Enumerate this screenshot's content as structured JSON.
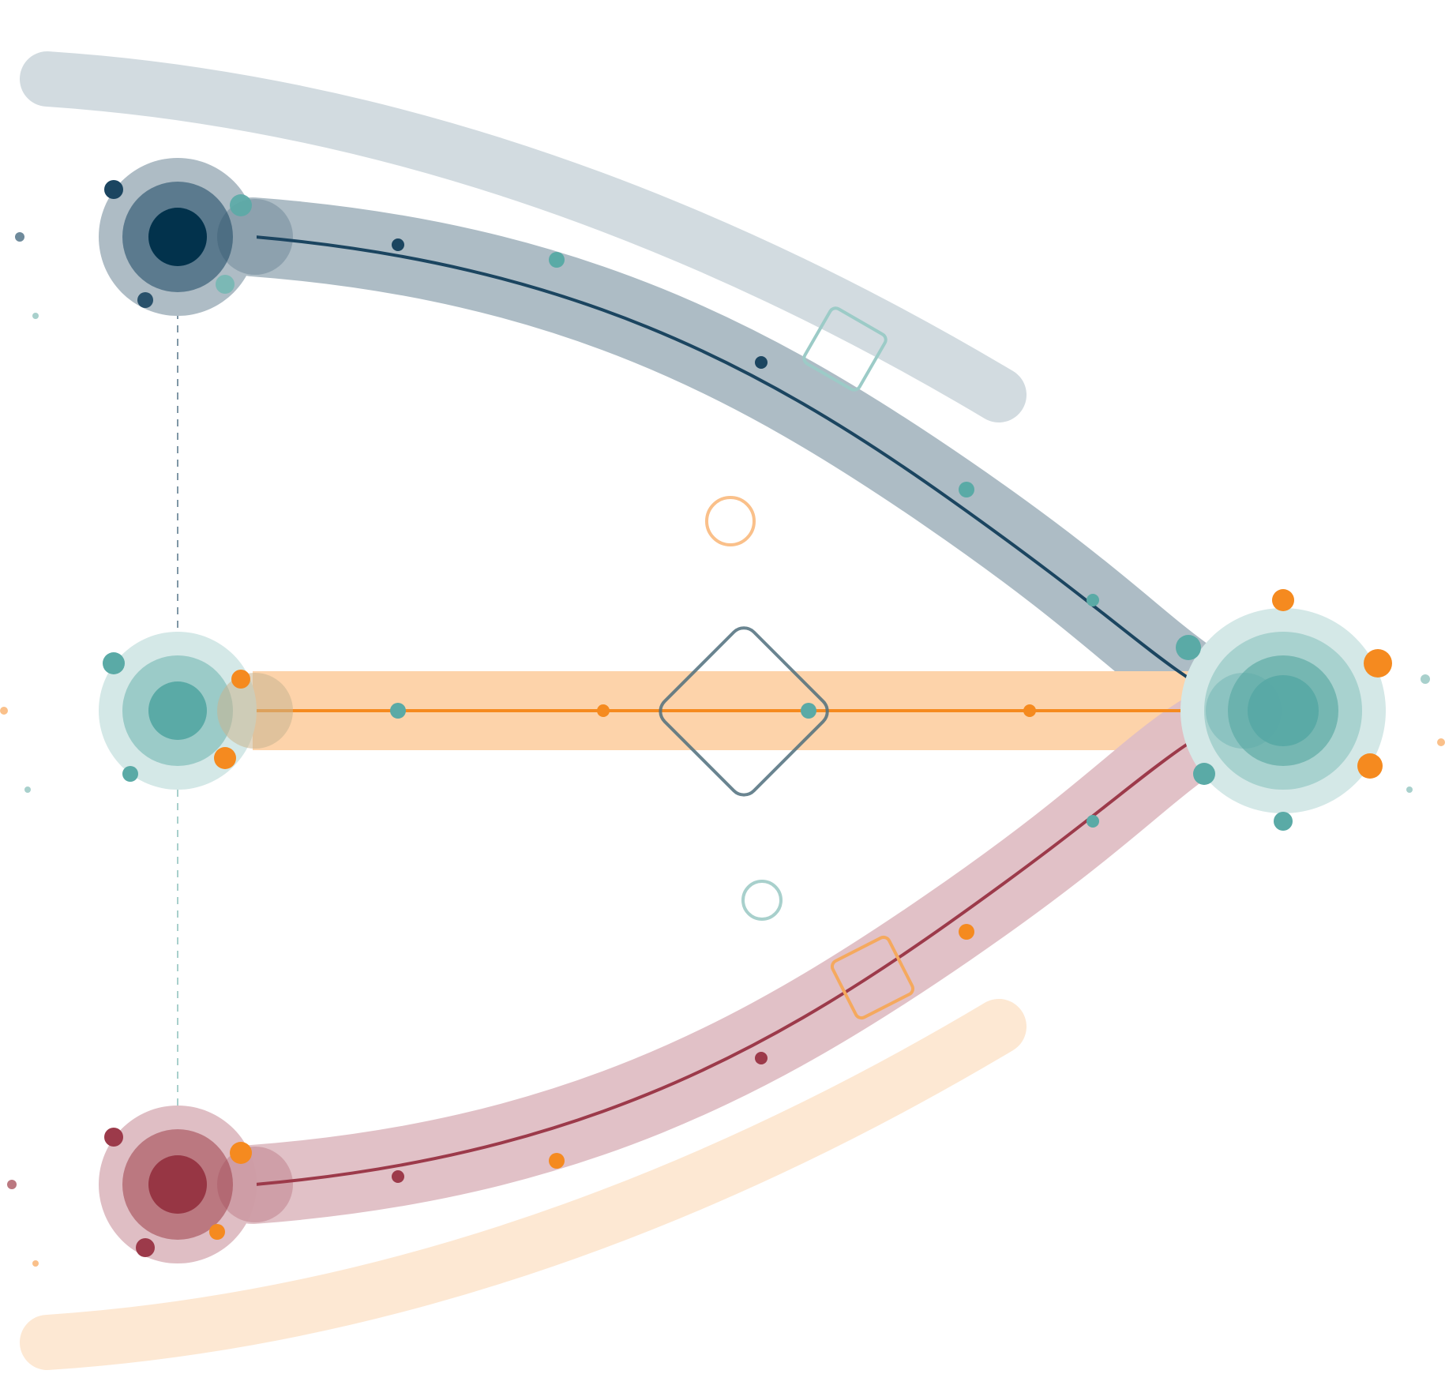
{
  "diagram": {
    "type": "convergence-flow",
    "colors": {
      "navy": "#1b4560",
      "navy_dark": "#02324c",
      "teal": "#5aaaa6",
      "orange": "#f58a1f",
      "crimson": "#9c3a4a",
      "background": "#ffffff"
    },
    "sources": [
      {
        "id": "source-top",
        "color": "navy"
      },
      {
        "id": "source-middle",
        "color": "teal"
      },
      {
        "id": "source-bottom",
        "color": "crimson"
      }
    ],
    "target": {
      "id": "target-hub",
      "color": "teal"
    },
    "flows": [
      {
        "id": "flow-top",
        "from": "source-top",
        "to": "target-hub",
        "band_color": "#adbcc5",
        "line_color": "navy"
      },
      {
        "id": "flow-middle",
        "from": "source-middle",
        "to": "target-hub",
        "band_color": "#fdd3aa",
        "line_color": "orange"
      },
      {
        "id": "flow-bottom",
        "from": "source-bottom",
        "to": "target-hub",
        "band_color": "#dfbec4",
        "line_color": "crimson"
      }
    ],
    "decorations": [
      "outline-diamond",
      "outline-circle",
      "outline-square",
      "sweep-arc"
    ]
  }
}
